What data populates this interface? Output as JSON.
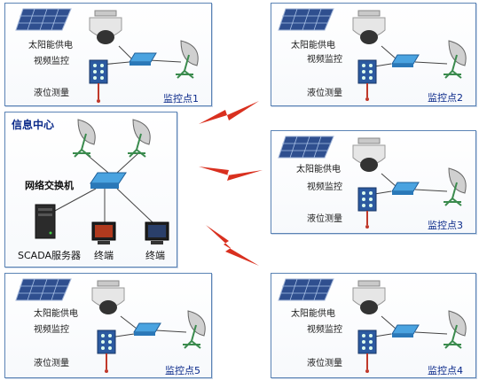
{
  "center": {
    "title": "信息中心",
    "switch_label": "网络交换机",
    "server_label": "SCADA服务器",
    "terminal1_label": "终端",
    "terminal2_label": "终端"
  },
  "sites": [
    {
      "title": "监控点1",
      "solar": "太阳能供电",
      "video": "视频监控",
      "level": "液位测量"
    },
    {
      "title": "监控点2",
      "solar": "太阳能供电",
      "video": "视频监控",
      "level": "液位测量"
    },
    {
      "title": "监控点3",
      "solar": "太阳能供电",
      "video": "视频监控",
      "level": "液位测量"
    },
    {
      "title": "监控点5",
      "solar": "太阳能供电",
      "video": "视频监控",
      "level": "液位测量"
    },
    {
      "title": "监控点4",
      "solar": "太阳能供电",
      "video": "视频监控",
      "level": "液位测量"
    }
  ],
  "colors": {
    "panel_border": "#5b83b5",
    "title": "#0b2a8a",
    "lightning": "#d9301f",
    "switch": "#3a8fd0"
  }
}
